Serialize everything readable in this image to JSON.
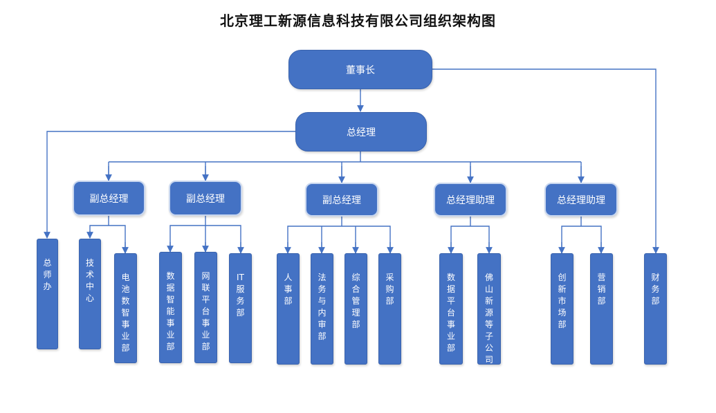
{
  "title": "北京理工新源信息科技有限公司组织架构图",
  "colors": {
    "node": "#4472c4",
    "line": "#4472c4"
  },
  "chairman": {
    "label": "董事长"
  },
  "ceo": {
    "label": "总经理"
  },
  "managers": [
    {
      "label": "副总经理"
    },
    {
      "label": "副总经理"
    },
    {
      "label": "副总经理"
    },
    {
      "label": "总经理助理"
    },
    {
      "label": "总经理助理"
    }
  ],
  "departments": {
    "general_office": "总师办",
    "finance": "财务部",
    "tech_center": "技术中心",
    "battery": "电池数智事业部",
    "data_intel": "数据智能事业部",
    "network_platform": "网联平台事业部",
    "it_services": "IT服务部",
    "hr": "人事部",
    "legal_audit": "法务与内审部",
    "general_mgmt": "综合管理部",
    "procurement": "采购部",
    "data_platform": "数据平台事业部",
    "foshan": "佛山新源等子公司",
    "innovation_market": "创新市场部",
    "marketing": "营销部"
  }
}
